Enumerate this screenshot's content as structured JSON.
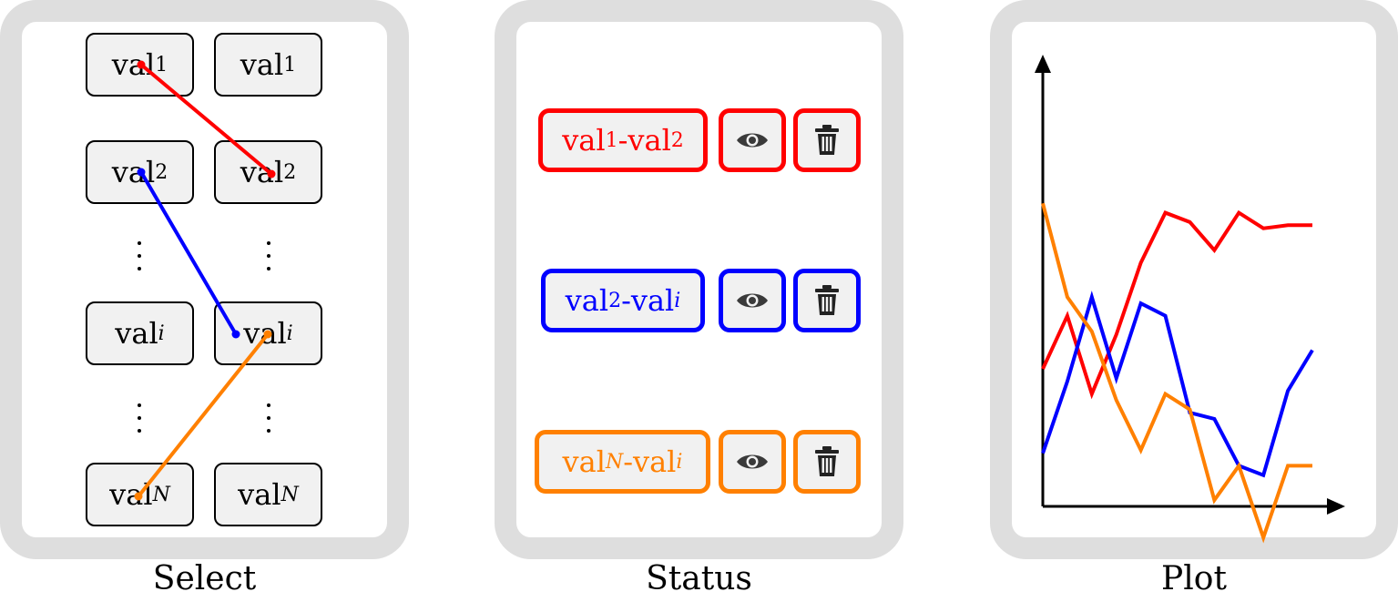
{
  "panels": {
    "select": {
      "caption": "Select",
      "left_column": [
        {
          "base": "val",
          "sub": "1"
        },
        {
          "base": "val",
          "sub": "2"
        },
        {
          "base": "val",
          "sub": "i"
        },
        {
          "base": "val",
          "sub": "N"
        }
      ],
      "right_column": [
        {
          "base": "val",
          "sub": "1"
        },
        {
          "base": "val",
          "sub": "2"
        },
        {
          "base": "val",
          "sub": "i"
        },
        {
          "base": "val",
          "sub": "N"
        }
      ],
      "links": [
        {
          "from": "val1 (left)",
          "to": "val2 (right)",
          "color": "#ff0000"
        },
        {
          "from": "val2 (left)",
          "to": "vali (right)",
          "color": "#0000ff"
        },
        {
          "from": "valN (left)",
          "to": "vali (right)",
          "color": "#ff8000"
        }
      ]
    },
    "status": {
      "caption": "Status",
      "pairs": [
        {
          "a": "val",
          "a_sub": "1",
          "sep": "-",
          "b": "val",
          "b_sub": "2",
          "color": "#ff0000",
          "view_icon": "eye-icon",
          "delete_icon": "trash-icon"
        },
        {
          "a": "val",
          "a_sub": "2",
          "sep": "-",
          "b": "val",
          "b_sub": "i",
          "color": "#0000ff",
          "view_icon": "eye-icon",
          "delete_icon": "trash-icon"
        },
        {
          "a": "val",
          "a_sub": "N",
          "sep": "-",
          "b": "val",
          "b_sub": "i",
          "color": "#ff8000",
          "view_icon": "eye-icon",
          "delete_icon": "trash-icon"
        }
      ]
    },
    "plot": {
      "caption": "Plot"
    }
  },
  "chart_data": {
    "type": "line",
    "title": "",
    "xlabel": "",
    "ylabel": "",
    "grid": false,
    "x": [
      0,
      1,
      2,
      3,
      4,
      5,
      6,
      7,
      8,
      9,
      10,
      11
    ],
    "ylim": [
      0,
      10
    ],
    "series": [
      {
        "color": "#ff0000",
        "values": [
          4.4,
          6.1,
          3.6,
          5.5,
          7.8,
          9.4,
          9.1,
          8.2,
          9.4,
          8.9,
          9.0,
          9.0
        ]
      },
      {
        "color": "#0000ff",
        "values": [
          1.7,
          4.0,
          6.7,
          4.1,
          6.5,
          6.1,
          3.0,
          2.8,
          1.3,
          1.0,
          3.7,
          5.0
        ]
      },
      {
        "color": "#ff8000",
        "values": [
          9.7,
          6.7,
          5.6,
          3.4,
          1.8,
          3.6,
          3.1,
          0.2,
          1.3,
          -1.0,
          1.3,
          1.3
        ]
      }
    ]
  }
}
